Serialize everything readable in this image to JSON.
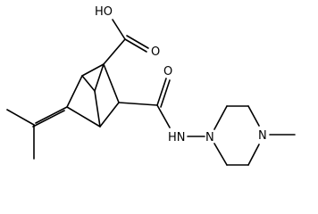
{
  "diagram": {
    "labels": {
      "hydroxyl": "HO",
      "carbonyl_o_top": "O",
      "carbonyl_o_right": "O",
      "amide_nh": "HN",
      "piperazine_n1": "N",
      "piperazine_n4": "N"
    },
    "colors": {
      "background": "#ffffff",
      "ink": "#000000"
    }
  }
}
